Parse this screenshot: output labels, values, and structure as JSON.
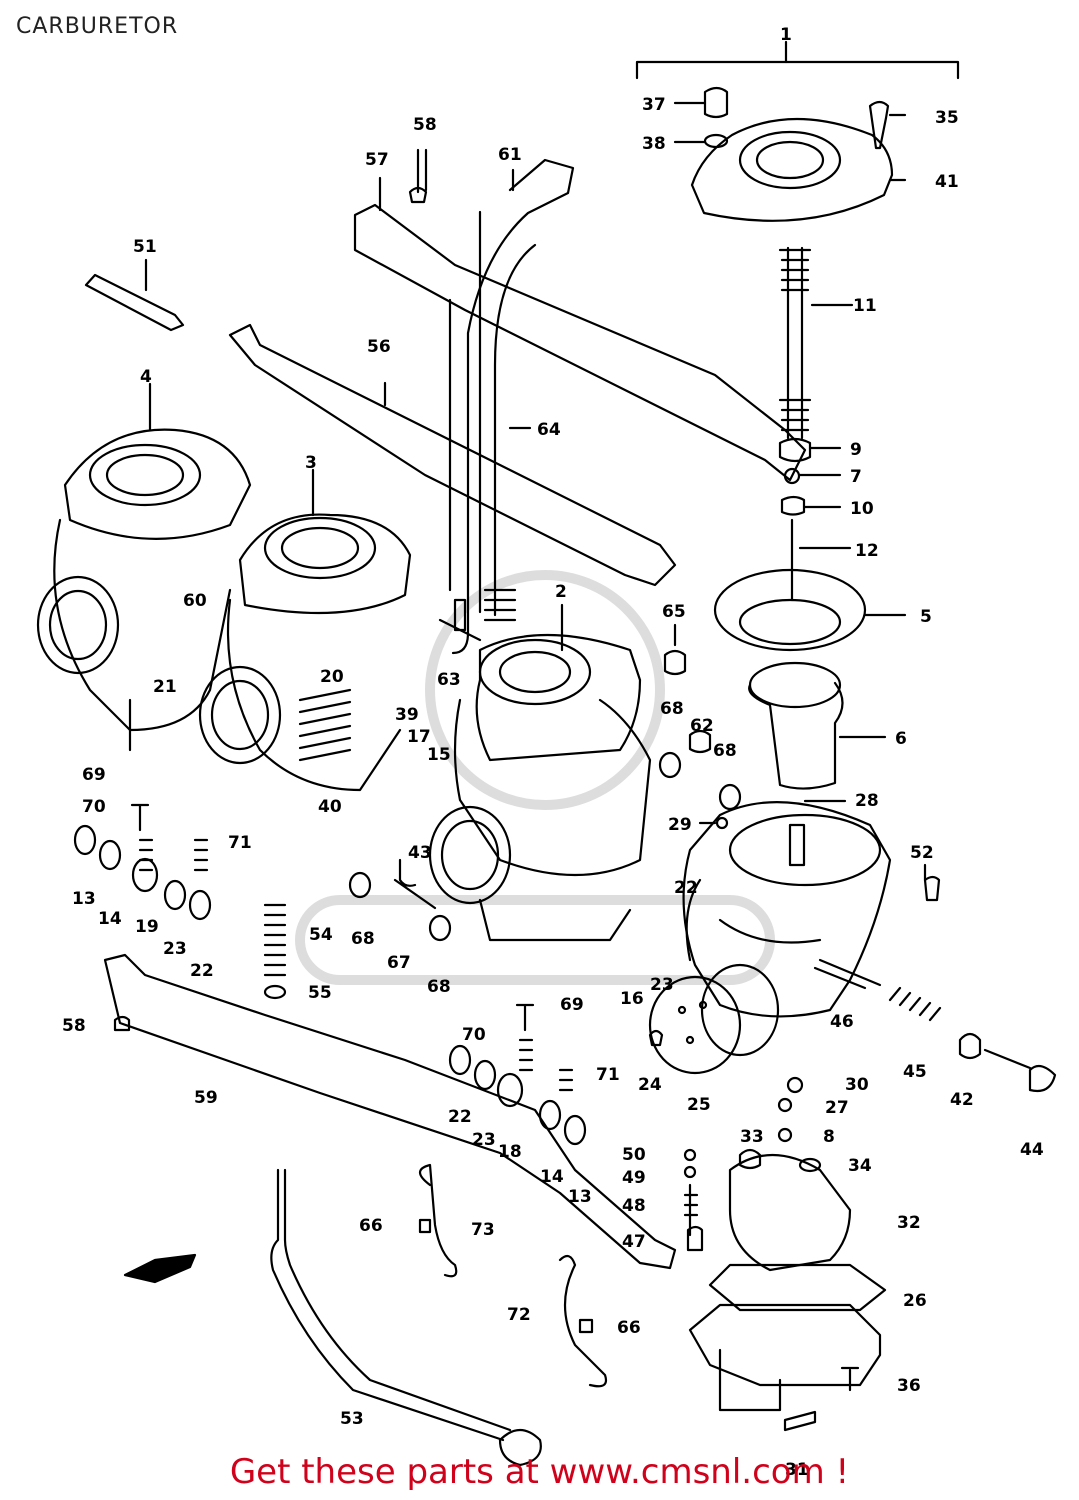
{
  "title": "CARBURETOR",
  "footer": "Get these parts at www.cmsnl.com !",
  "callouts": [
    "1",
    "2",
    "3",
    "4",
    "5",
    "6",
    "7",
    "8",
    "9",
    "10",
    "11",
    "12",
    "13",
    "13",
    "14",
    "14",
    "15",
    "16",
    "17",
    "18",
    "19",
    "20",
    "21",
    "22",
    "22",
    "22",
    "23",
    "23",
    "23",
    "24",
    "25",
    "26",
    "27",
    "28",
    "29",
    "30",
    "31",
    "32",
    "33",
    "34",
    "35",
    "36",
    "37",
    "38",
    "39",
    "40",
    "41",
    "42",
    "43",
    "44",
    "45",
    "46",
    "47",
    "48",
    "49",
    "50",
    "51",
    "52",
    "53",
    "54",
    "55",
    "56",
    "57",
    "58",
    "58",
    "59",
    "60",
    "61",
    "62",
    "63",
    "64",
    "65",
    "66",
    "66",
    "67",
    "68",
    "68",
    "68",
    "68",
    "69",
    "69",
    "70",
    "70",
    "71",
    "71",
    "72",
    "73"
  ],
  "colors": {
    "line": "#000000",
    "footer_text": "#d0021b",
    "watermark": "#d9d9d9"
  }
}
